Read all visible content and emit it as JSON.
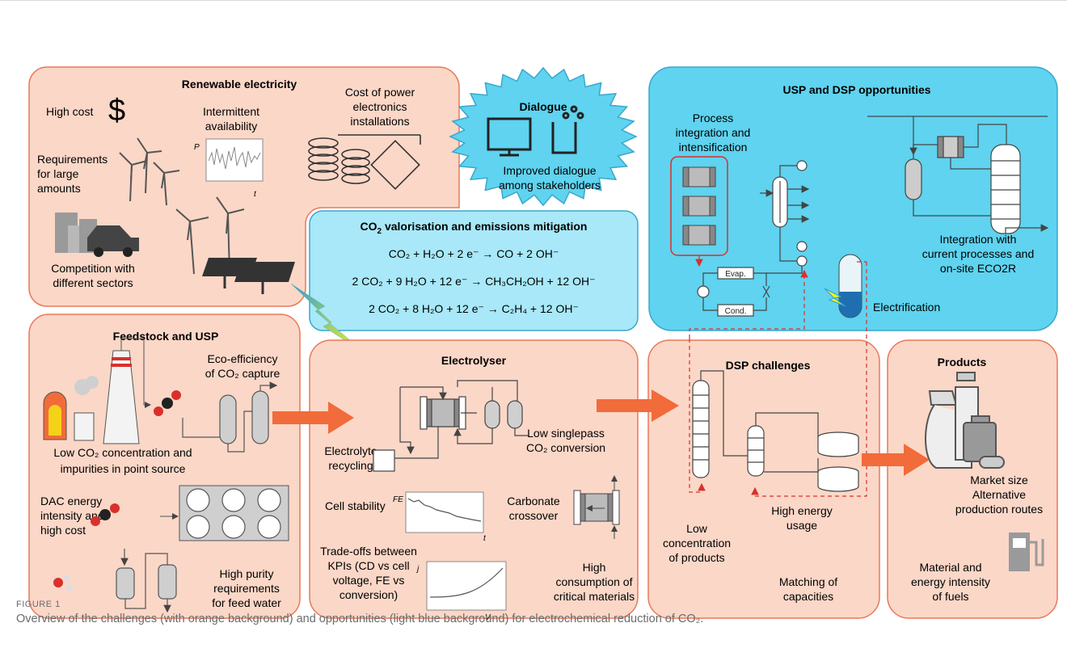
{
  "colors": {
    "challenge_fill": "#fbd7c7",
    "challenge_stroke": "#e8795a",
    "opportunity_fill": "#5fd3ef",
    "opportunity_stroke": "#3aa7cc",
    "arrow": "#f26b3a",
    "dashed": "#d9302c"
  },
  "renewable": {
    "title": "Renewable electricity",
    "high_cost": "High cost",
    "dollar": "$",
    "intermittent": [
      "Intermittent",
      "availability"
    ],
    "cost_power": [
      "Cost of power",
      "electronics",
      "installations"
    ],
    "requirements": [
      "Requirements",
      "for large",
      "amounts"
    ],
    "competition": [
      "Competition with",
      "different sectors"
    ],
    "axis_p": "P",
    "axis_t": "t"
  },
  "dialogue": {
    "title": "Dialogue",
    "text": [
      "Improved dialogue",
      "among stakeholders"
    ]
  },
  "co2": {
    "title_pre": "CO",
    "title_sub": "2",
    "title_post": " valorisation and emissions mitigation",
    "eq1": "CO₂ + H₂O + 2 e⁻ → CO + 2 OH⁻",
    "eq2": "2 CO₂ + 9 H₂O + 12 e⁻ → CH₃CH₂OH + 12 OH⁻",
    "eq3": "2 CO₂ + 8 H₂O + 12 e⁻ → C₂H₄ + 12 OH⁻"
  },
  "usp_dsp": {
    "title": "USP and DSP opportunities",
    "process": [
      "Process",
      "integration and",
      "intensification"
    ],
    "integration": [
      "Integration with",
      "current processes and",
      "on-site ECO2R"
    ],
    "electrification": "Electrification",
    "evap": "Evap.",
    "cond": "Cond."
  },
  "feedstock": {
    "title": "Feedstock and USP",
    "eco": [
      "Eco-efficiency",
      "of CO₂ capture"
    ],
    "low_co2": [
      "Low CO₂ concentration and",
      "impurities in point source"
    ],
    "dac": [
      "DAC energy",
      "intensity and",
      "high cost"
    ],
    "purity": [
      "High purity",
      "requirements",
      "for feed water"
    ]
  },
  "electrolyser": {
    "title": "Electrolyser",
    "recycling": [
      "Electrolyte",
      "recycling"
    ],
    "singlepass": [
      "Low singlepass",
      "CO₂ conversion"
    ],
    "stability": "Cell stability",
    "carbonate": [
      "Carbonate",
      "crossover"
    ],
    "tradeoffs": [
      "Trade-offs between",
      "KPIs (CD vs cell",
      "voltage, FE vs",
      "conversion)"
    ],
    "critical": [
      "High",
      "consumption of",
      "critical materials"
    ],
    "axis_fe": "FE",
    "axis_t": "t",
    "axis_j": "j",
    "axis_v": "V"
  },
  "dsp": {
    "title": "DSP challenges",
    "low_conc": [
      "Low",
      "concentration",
      "of products"
    ],
    "high_energy": [
      "High energy",
      "usage"
    ],
    "matching": [
      "Matching of",
      "capacities"
    ]
  },
  "products": {
    "title": "Products",
    "market": [
      "Market size",
      "Alternative",
      "production routes"
    ],
    "material": [
      "Material and",
      "energy intensity",
      "of fuels"
    ]
  },
  "caption": {
    "label": "FIGURE 1",
    "text": "Overview of the challenges (with orange background) and opportunities (light blue background) for electrochemical reduction of CO₂."
  }
}
